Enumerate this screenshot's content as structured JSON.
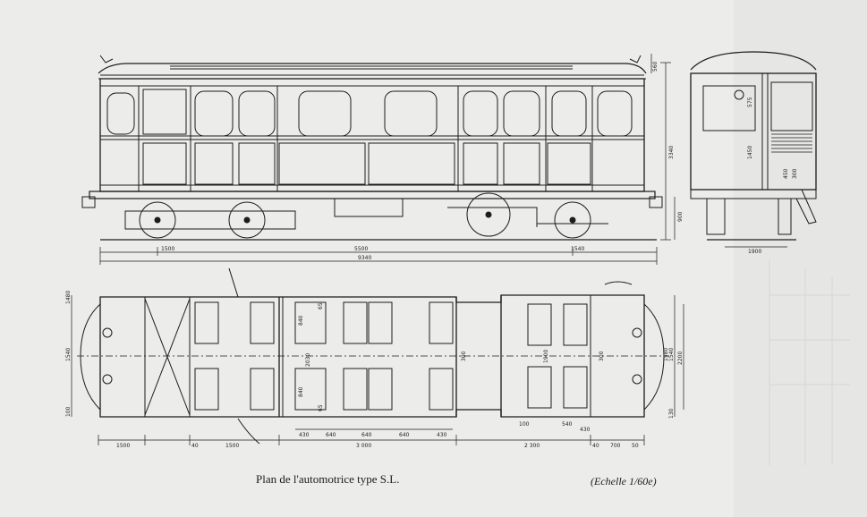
{
  "caption": "Plan de l'automotrice type S.L.",
  "scale_note": "(Echelle 1/60e)",
  "colors": {
    "paper": "#ececea",
    "ink": "#1c1c1c"
  },
  "elevation_dimensions": {
    "total_length": "9340",
    "wheelbase": "5500",
    "front_overhang": "1500",
    "rear_overhang": "1540",
    "total_height": "3340",
    "roof_height": "560",
    "floor_height": "900"
  },
  "end_view_dimensions": {
    "width": "1900",
    "window_height": "1450",
    "upper": "575",
    "lower_a": "450",
    "lower_b": "300"
  },
  "plan_dimensions": {
    "bottom_row": [
      "1500",
      "40",
      "1500",
      "3 000",
      "2 300",
      "40",
      "700",
      "50"
    ],
    "inner_row": [
      "430",
      "640",
      "640",
      "640",
      "430"
    ],
    "small_row": [
      "100",
      "540",
      "430"
    ],
    "left_heights": [
      "1480",
      "1540",
      "100"
    ],
    "right_heights": [
      "1540",
      "2200",
      "1580",
      "130"
    ],
    "interior": [
      "840",
      "2030",
      "840",
      "65",
      "65",
      "300",
      "1900",
      "300"
    ]
  }
}
